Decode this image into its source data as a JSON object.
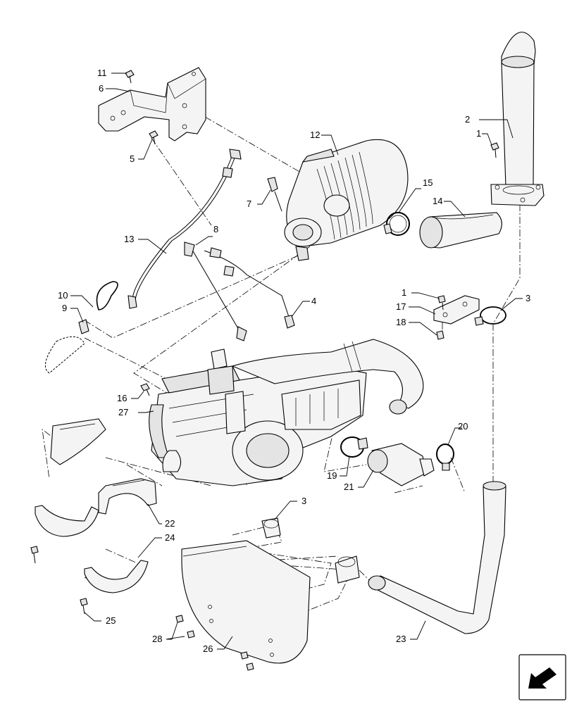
{
  "labels": {
    "c1a": "1",
    "c1b": "1",
    "c2": "2",
    "c3a": "3",
    "c3b": "3",
    "c4": "4",
    "c5": "5",
    "c6": "6",
    "c7": "7",
    "c8": "8",
    "c9": "9",
    "c10": "10",
    "c11": "11",
    "c12": "12",
    "c13": "13",
    "c14": "14",
    "c15": "15",
    "c16": "16",
    "c17": "17",
    "c18": "18",
    "c19": "19",
    "c20": "20",
    "c21": "21",
    "c22": "22",
    "c23": "23",
    "c24": "24",
    "c25": "25",
    "c26": "26",
    "c27": "27",
    "c28": "28"
  },
  "icons": {
    "nav": "direction-arrow-icon"
  }
}
